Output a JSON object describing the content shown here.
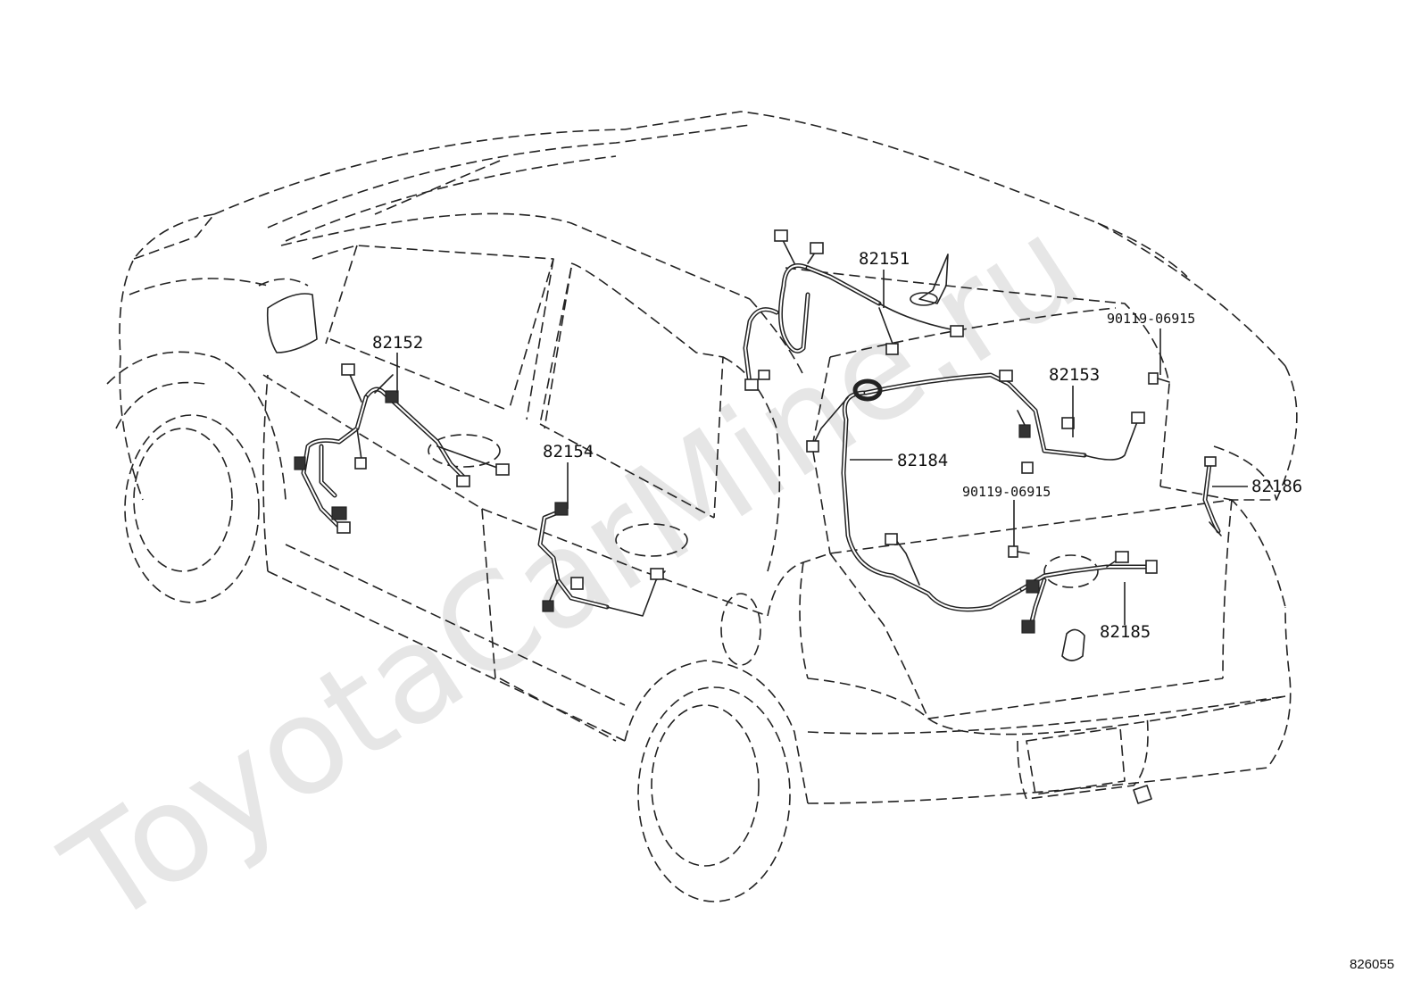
{
  "watermark": "ToyotaCarMine.ru",
  "figure_code": "826055",
  "parts": {
    "p82151": "82151",
    "p82152": "82152",
    "p82153": "82153",
    "p82154": "82154",
    "p82184": "82184",
    "p82185": "82185",
    "p82186": "82186",
    "bolt_upper": "90119-06915",
    "bolt_lower": "90119-06915"
  }
}
